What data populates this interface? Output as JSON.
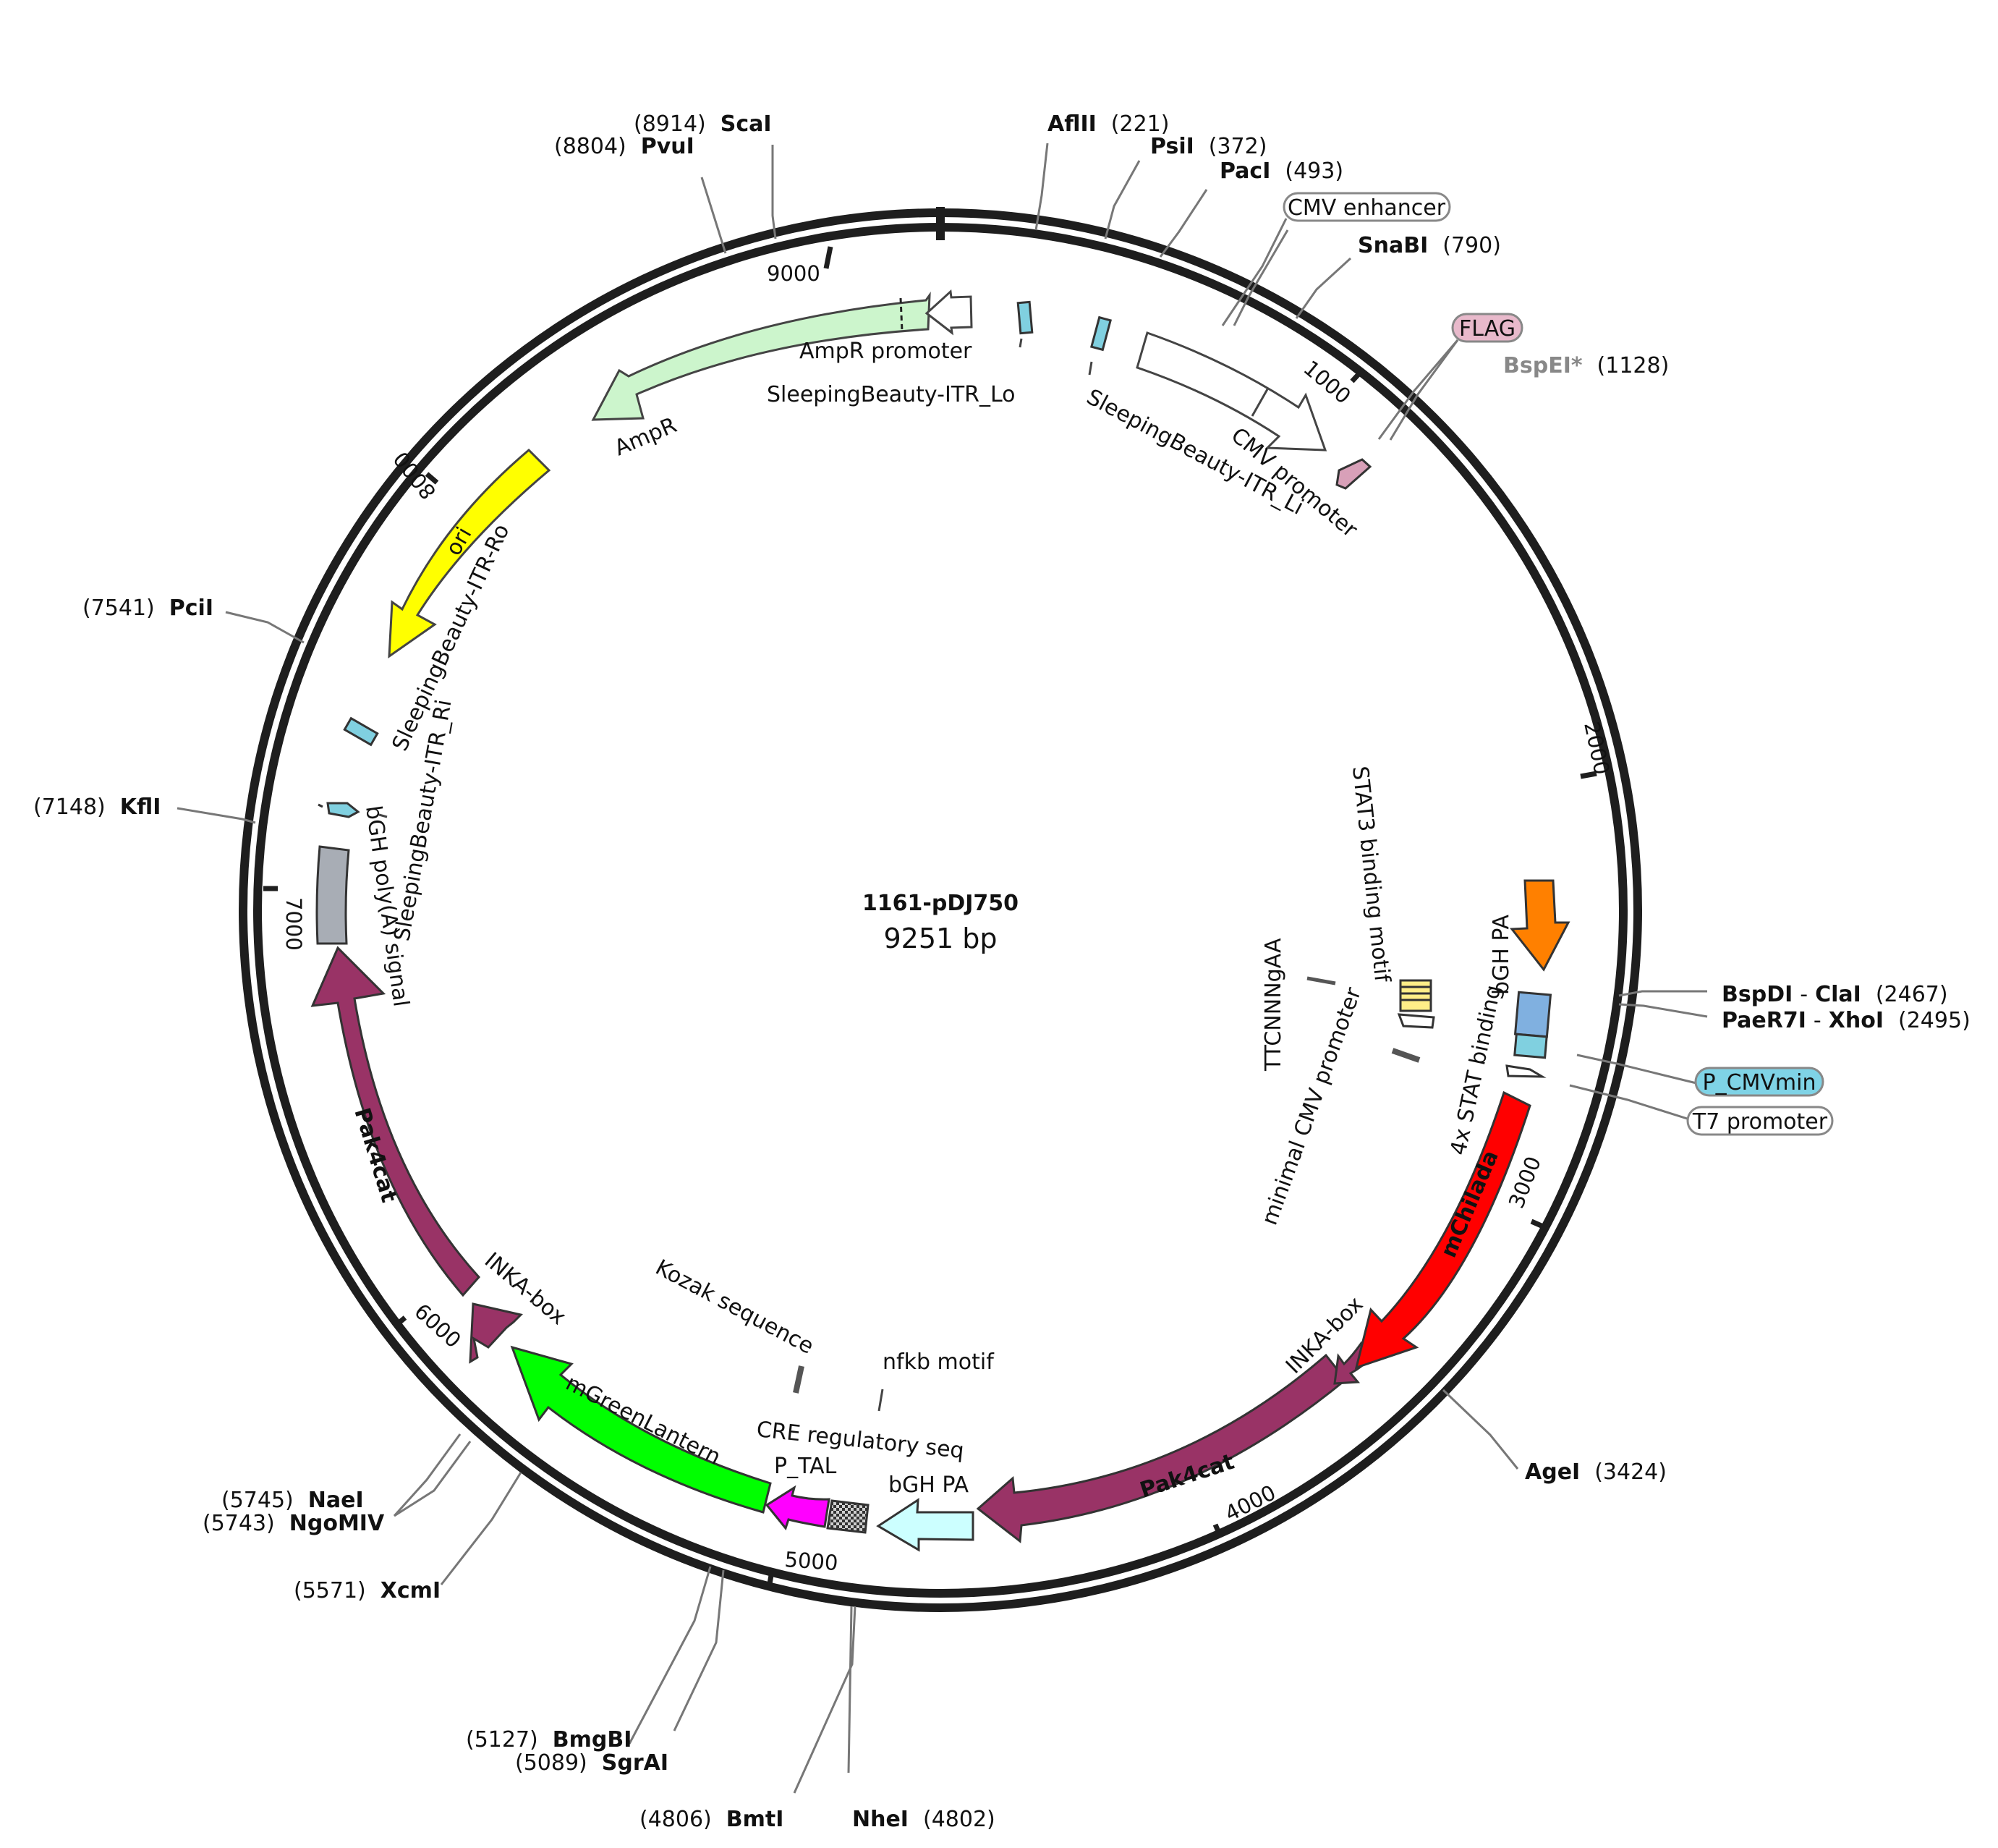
{
  "map": {
    "name": "1161-pDJ750",
    "length_label": "9251 bp",
    "total_bp": 9251,
    "tick_labels": [
      {
        "bp": 1000,
        "label": "1000"
      },
      {
        "bp": 2000,
        "label": "2000"
      },
      {
        "bp": 3000,
        "label": "3000"
      },
      {
        "bp": 4000,
        "label": "4000"
      },
      {
        "bp": 5000,
        "label": "5000"
      },
      {
        "bp": 6000,
        "label": "6000"
      },
      {
        "bp": 7000,
        "label": "7000"
      },
      {
        "bp": 8000,
        "label": "8000"
      },
      {
        "bp": 9000,
        "label": "9000"
      }
    ]
  },
  "sites": [
    {
      "name": "ScaI",
      "pos": "(8914)",
      "bp": 8914
    },
    {
      "name": "PvuI",
      "pos": "(8804)",
      "bp": 8804
    },
    {
      "name": "AflII",
      "pos": "(221)",
      "bp": 221
    },
    {
      "name": "PsiI",
      "pos": "(372)",
      "bp": 372
    },
    {
      "name": "PacI",
      "pos": "(493)",
      "bp": 493
    },
    {
      "name": "SnaBI",
      "pos": "(790)",
      "bp": 790
    },
    {
      "name": "BspEI*",
      "pos": "(1128)",
      "bp": 1128,
      "color": "#888888"
    },
    {
      "name": "BspDI",
      "name2": "ClaI",
      "pos": "(2467)",
      "bp": 2467
    },
    {
      "name": "PaeR7I",
      "name2": "XhoI",
      "pos": "(2495)",
      "bp": 2495
    },
    {
      "name": "AgeI",
      "pos": "(3424)",
      "bp": 3424
    },
    {
      "name": "NheI",
      "pos": "(4802)",
      "bp": 4802
    },
    {
      "name": "BmtI",
      "pos": "(4806)",
      "bp": 4806
    },
    {
      "name": "SgrAI",
      "pos": "(5089)",
      "bp": 5089
    },
    {
      "name": "BmgBI",
      "pos": "(5127)",
      "bp": 5127
    },
    {
      "name": "XcmI",
      "pos": "(5571)",
      "bp": 5571
    },
    {
      "name": "NgoMIV",
      "pos": "(5743)",
      "bp": 5743
    },
    {
      "name": "NaeI",
      "pos": "(5745)",
      "bp": 5745
    },
    {
      "name": "KflI",
      "pos": "(7148)",
      "bp": 7148
    },
    {
      "name": "PciI",
      "pos": "(7541)",
      "bp": 7541
    }
  ],
  "boxed_labels": [
    {
      "label": "CMV enhancer",
      "fill": "#ffffff"
    },
    {
      "label": "FLAG",
      "fill": "#e8b9cb"
    },
    {
      "label": "P_CMVmin",
      "fill": "#7fd3e6"
    },
    {
      "label": "T7 promoter",
      "fill": "#ffffff"
    }
  ],
  "features": [
    {
      "label": "AmpR",
      "color": "#ccf5cc"
    },
    {
      "label": "AmpR promoter",
      "color": "#ffffff"
    },
    {
      "label": "SleepingBeauty-ITR_Lo",
      "color": "#80d0e0"
    },
    {
      "label": "SleepingBeauty-ITR_Li",
      "color": "#80d0e0"
    },
    {
      "label": "CMV promoter",
      "color": "#ffffff"
    },
    {
      "label": "ori",
      "color": "#ffff00"
    },
    {
      "label": "SleepingBeauty-ITR-Ro",
      "color": "#80d0e0"
    },
    {
      "label": "SleepingBeauty-ITR_Ri",
      "color": "#80d0e0"
    },
    {
      "label": "bGH poly(A) signal",
      "color": "#a8adb5"
    },
    {
      "label": "Pak4cat",
      "color": "#993366"
    },
    {
      "label": "INKA-box",
      "color": "#993366"
    },
    {
      "label": "mGreenLantern",
      "color": "#00ff00"
    },
    {
      "label": "P_TAL",
      "color": "#ff00ff"
    },
    {
      "label": "CRE regulatory seq",
      "color": "#d0d0d0"
    },
    {
      "label": "bGH PA",
      "color": "#ccffff"
    },
    {
      "label": "Kozak sequence",
      "color": "#555555"
    },
    {
      "label": "nfkb motif",
      "color": "#555555"
    },
    {
      "label": "Pak4cat",
      "color": "#993366"
    },
    {
      "label": "INKA-box",
      "color": "#993366"
    },
    {
      "label": "mChilada",
      "color": "#ff0000"
    },
    {
      "label": "4x STAT binding",
      "color": "#80b0e0"
    },
    {
      "label": "bGH PA",
      "color": "#ff8000"
    },
    {
      "label": "minimal CMV promoter",
      "color": "#ffffff"
    },
    {
      "label": "TTCNNNgAA",
      "color": "#555555"
    },
    {
      "label": "STAT3 binding motif",
      "color": "#ffee88"
    }
  ]
}
